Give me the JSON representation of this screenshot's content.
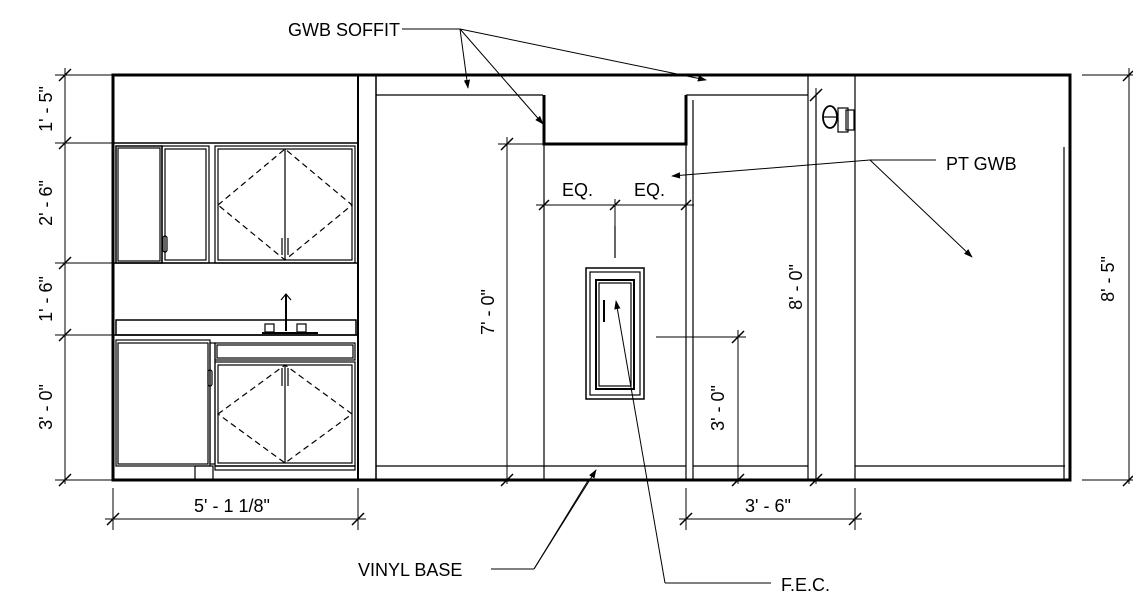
{
  "labels": {
    "gwb_soffit": "GWB SOFFIT",
    "pt_gwb": "PT GWB",
    "vinyl_base": "VINYL BASE",
    "fec": "F.E.C.",
    "eq_left": "EQ.",
    "eq_right": "EQ."
  },
  "dimensions": {
    "left_soffit": "1' - 5\"",
    "left_upper_cabinet": "2' - 6\"",
    "left_backsplash": "1' - 6\"",
    "left_base_cabinet": "3' - 0\"",
    "cabinet_width": "5' - 1 1/8\"",
    "fec_mount_height": "7' - 0\"",
    "fec_bottom_height": "3' - 0\"",
    "ceiling_height": "8' - 0\"",
    "right_width": "3' - 6\"",
    "overall_height": "8' - 5\""
  }
}
